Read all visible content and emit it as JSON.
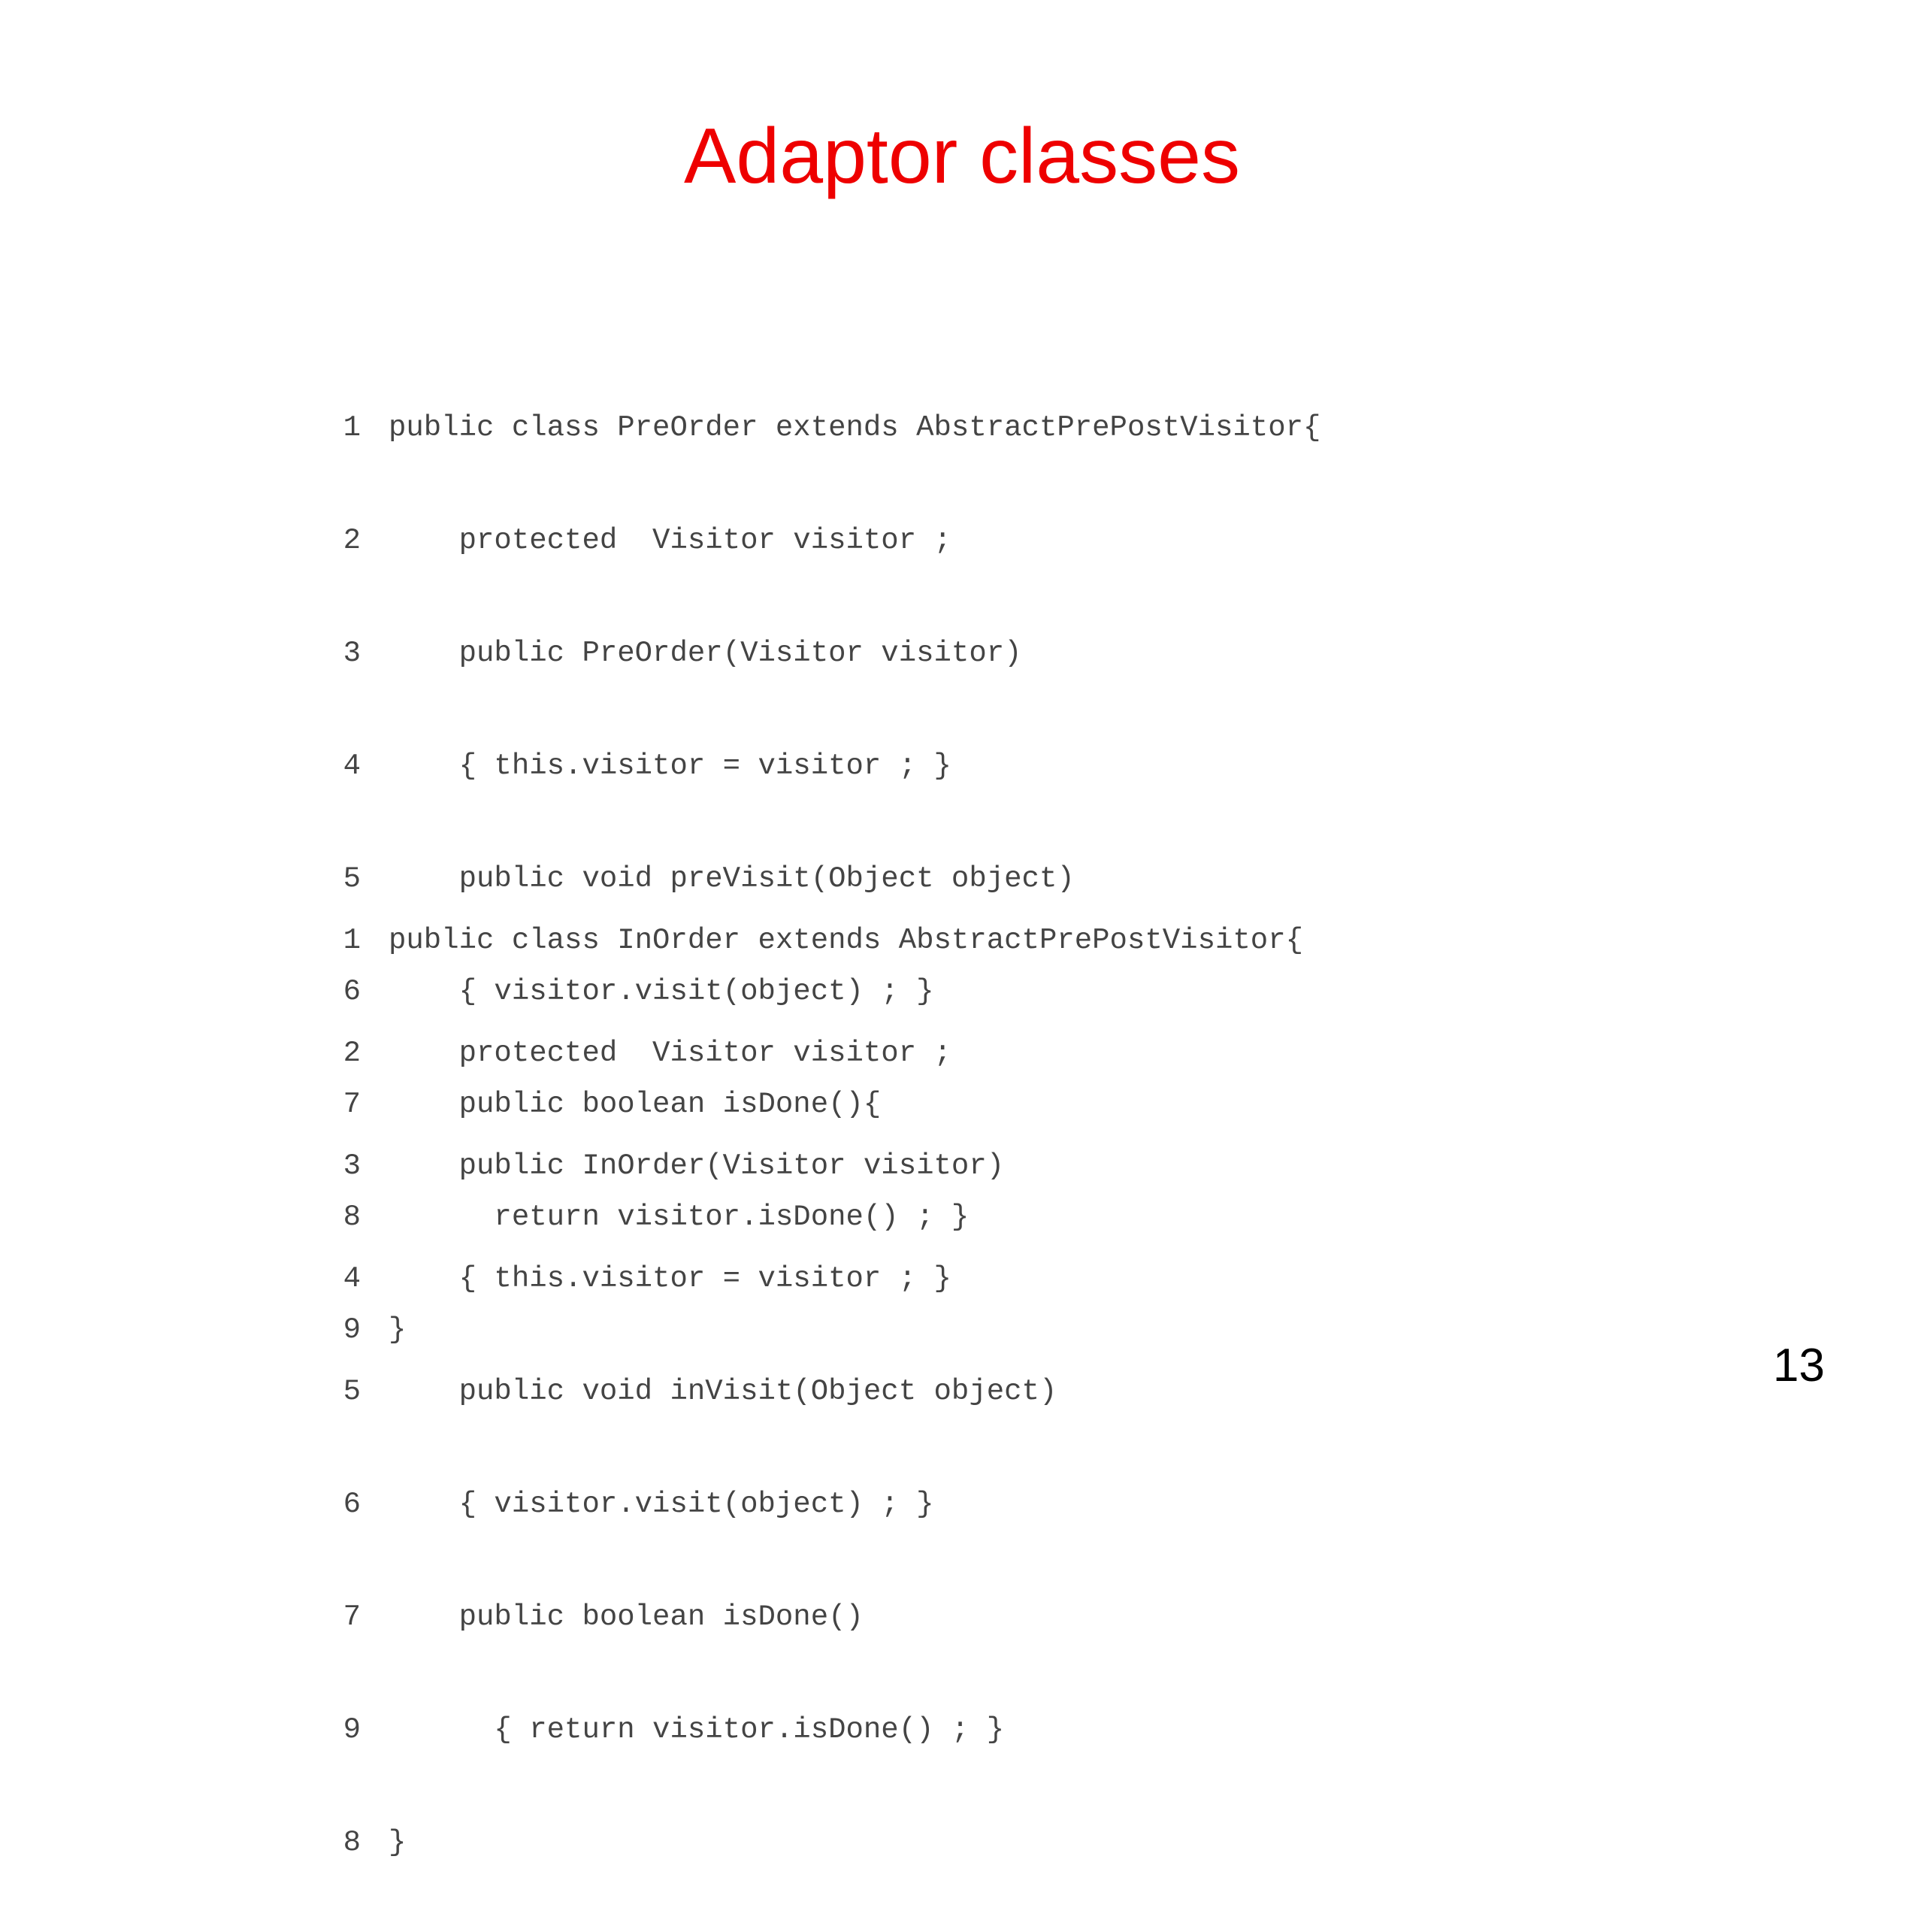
{
  "slide": {
    "title": "Adaptor classes",
    "title_color": "#ee0000",
    "page_number": "13"
  },
  "code_blocks": [
    {
      "lines": [
        {
          "number": "1",
          "text": "public class PreOrder extends AbstractPrePostVisitor{"
        },
        {
          "number": "2",
          "text": "    protected  Visitor visitor ;"
        },
        {
          "number": "3",
          "text": "    public PreOrder(Visitor visitor)"
        },
        {
          "number": "4",
          "text": "    { this.visitor = visitor ; }"
        },
        {
          "number": "5",
          "text": "    public void preVisit(Object object)"
        },
        {
          "number": "6",
          "text": "    { visitor.visit(object) ; }"
        },
        {
          "number": "7",
          "text": "    public boolean isDone(){"
        },
        {
          "number": "8",
          "text": "      return visitor.isDone() ; }"
        },
        {
          "number": "9",
          "text": "}"
        }
      ]
    },
    {
      "lines": [
        {
          "number": "1",
          "text": "public class InOrder extends AbstractPrePostVisitor{"
        },
        {
          "number": "2",
          "text": "    protected  Visitor visitor ;"
        },
        {
          "number": "3",
          "text": "    public InOrder(Visitor visitor)"
        },
        {
          "number": "4",
          "text": "    { this.visitor = visitor ; }"
        },
        {
          "number": "5",
          "text": "    public void inVisit(Object object)"
        },
        {
          "number": "6",
          "text": "    { visitor.visit(object) ; }"
        },
        {
          "number": "7",
          "text": "    public boolean isDone()"
        },
        {
          "number": "9",
          "text": "      { return visitor.isDone() ; }"
        },
        {
          "number": "8",
          "text": "}"
        }
      ]
    }
  ]
}
